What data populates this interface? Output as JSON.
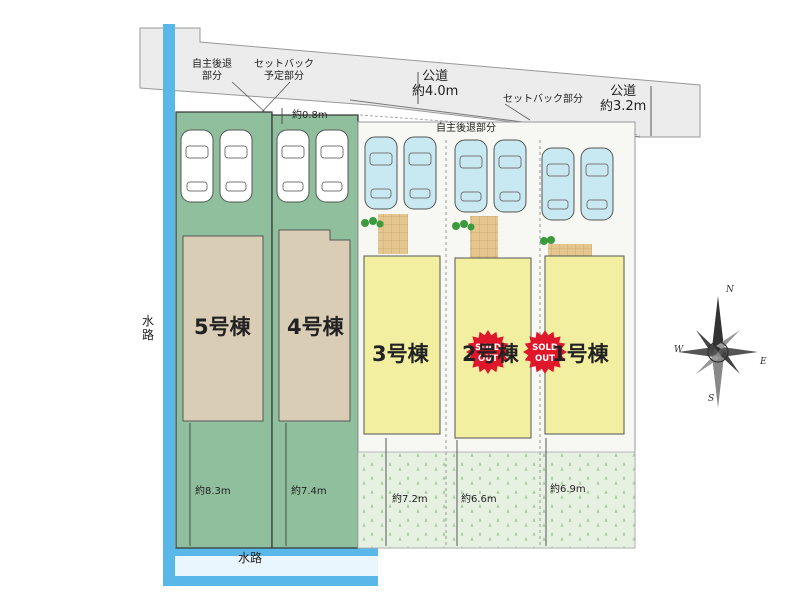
{
  "roads": {
    "public_road_main": {
      "line1": "公道",
      "line2": "約4.0m"
    },
    "public_road_right": {
      "line1": "公道",
      "line2": "約3.2m"
    }
  },
  "annotations": {
    "voluntary_setback_top": {
      "line1": "自主後退",
      "line2": "部分"
    },
    "setback_planned": {
      "line1": "セットバック",
      "line2": "予定部分"
    },
    "setback_portion": "セットバック部分",
    "voluntary_setback_mid": "自主後退部分",
    "setback_width": "約0.8m"
  },
  "waterways": {
    "left": {
      "line1": "水",
      "line2": "路"
    },
    "bottom": "水路"
  },
  "lots": [
    {
      "name": "5号棟",
      "depth": "約8.3m",
      "sold_out": false
    },
    {
      "name": "4号棟",
      "depth": "約7.4m",
      "sold_out": false
    },
    {
      "name": "3号棟",
      "depth": "約7.2m",
      "sold_out": false
    },
    {
      "name": "2号棟",
      "depth": "約6.6m",
      "sold_out": true
    },
    {
      "name": "1号棟",
      "depth": "約6.9m",
      "sold_out": true
    }
  ],
  "sold_badge": {
    "line1": "SOLD",
    "line2": "OUT"
  },
  "compass": {
    "n": "N",
    "s": "S",
    "e": "E",
    "w": "W"
  },
  "colors": {
    "available_lot": "#8fbf9c",
    "sold_lot_house": "#f2efa0",
    "available_house": "#d9cdb6",
    "waterway": "#5ab8e8",
    "lawn": "#e7f1e1",
    "sold_badge": "#e0162b"
  }
}
